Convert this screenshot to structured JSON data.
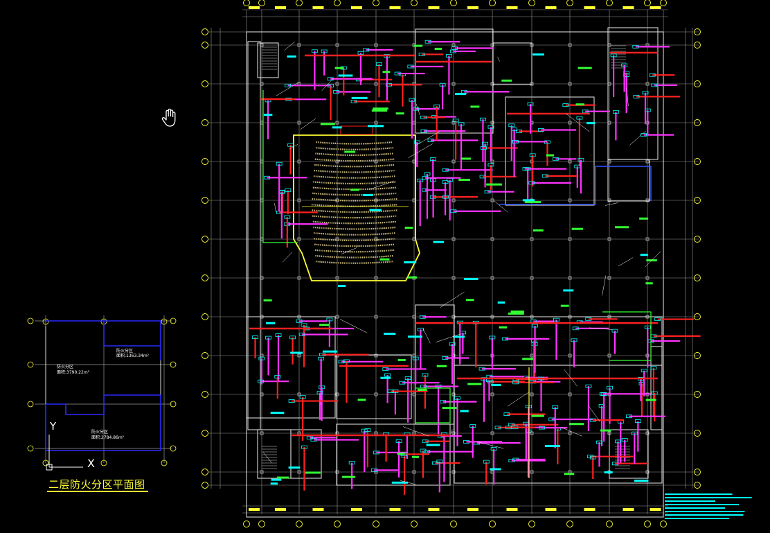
{
  "drawing": {
    "title": "二层防火分区平面图",
    "zones": [
      {
        "name": "防火分区",
        "area": "面积:1363.34m²"
      },
      {
        "name": "防火分区",
        "area": "面积:3790.22m²"
      },
      {
        "name": "防火分区",
        "area": "面积:2784.86m²"
      }
    ],
    "ucs": {
      "x_label": "X",
      "y_label": "Y"
    },
    "cursor": "pan-hand-icon"
  },
  "colors": {
    "background": "#000000",
    "grid": "#9a9a9a",
    "wall": "#d8d8d8",
    "duct_magenta": "#ff33ff",
    "duct_red": "#ff2020",
    "cyan": "#00ffff",
    "green": "#33ff33",
    "yellow": "#ffff33",
    "blue": "#3355ff",
    "key_plan_blue": "#2a2aff"
  }
}
